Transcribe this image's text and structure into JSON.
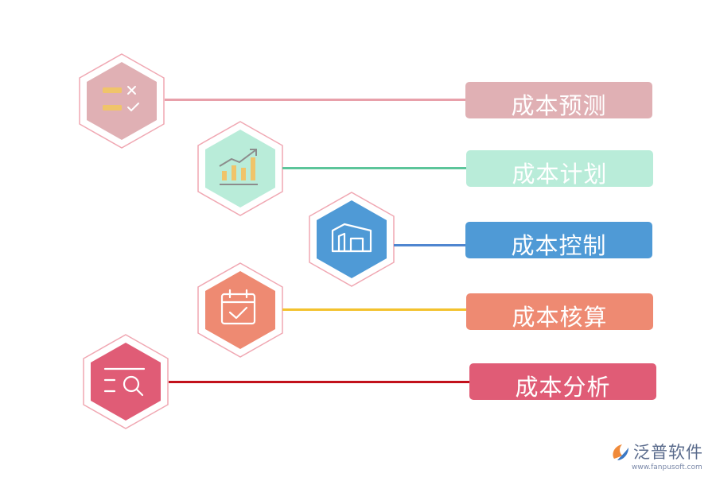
{
  "steps": [
    {
      "label": "成本预测",
      "color": "#e0b0b4",
      "line_color": "#e8a0aa",
      "icon": "checklist-icon"
    },
    {
      "label": "成本计划",
      "color": "#b9ecd9",
      "line_color": "#5cc59a",
      "icon": "bar-chart-trend-icon"
    },
    {
      "label": "成本控制",
      "color": "#4f9ad6",
      "line_color": "#4f86d0",
      "icon": "warehouse-icon"
    },
    {
      "label": "成本核算",
      "color": "#ee8a72",
      "line_color": "#f3c22d",
      "icon": "calendar-check-icon"
    },
    {
      "label": "成本分析",
      "color": "#e05c76",
      "line_color": "#c2111b",
      "icon": "search-list-icon"
    }
  ],
  "logo": {
    "name": "泛普软件",
    "url": "www.fanpusoft.com",
    "icon": "fanpu-logo-icon"
  }
}
